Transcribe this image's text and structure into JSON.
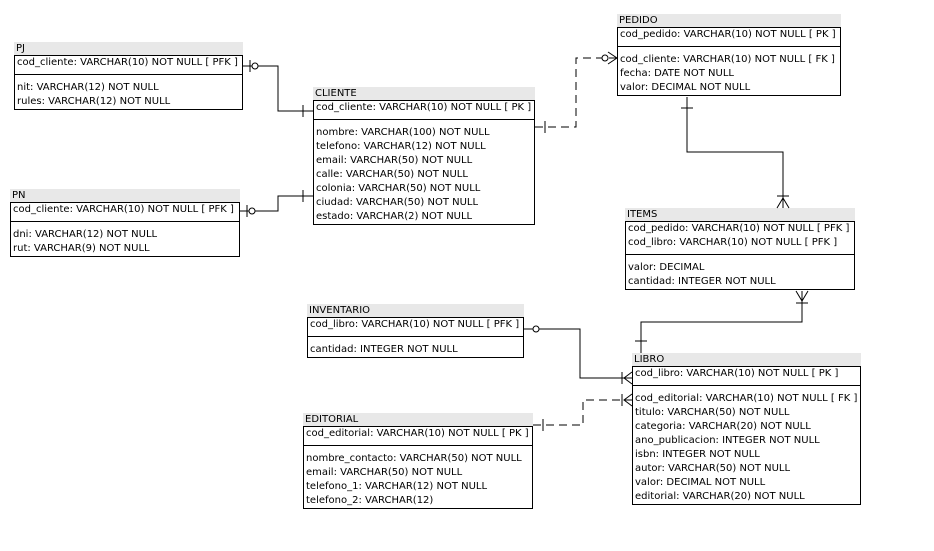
{
  "entities": {
    "pj": {
      "name": "PJ",
      "keys": [
        "cod_cliente: VARCHAR(10)   NOT NULL  [ PFK ]"
      ],
      "attrs": [
        "nit: VARCHAR(12)   NOT NULL",
        "rules: VARCHAR(12)   NOT NULL"
      ]
    },
    "pn": {
      "name": "PN",
      "keys": [
        "cod_cliente: VARCHAR(10)   NOT NULL  [ PFK ]"
      ],
      "attrs": [
        "dni: VARCHAR(12)   NOT NULL",
        "rut: VARCHAR(9)   NOT NULL"
      ]
    },
    "cliente": {
      "name": "CLIENTE",
      "keys": [
        "cod_cliente: VARCHAR(10)   NOT NULL  [ PK ]"
      ],
      "attrs": [
        "nombre: VARCHAR(100)   NOT NULL",
        "telefono: VARCHAR(12)   NOT NULL",
        "email: VARCHAR(50)   NOT NULL",
        "calle: VARCHAR(50)   NOT NULL",
        "colonia: VARCHAR(50)   NOT NULL",
        "ciudad: VARCHAR(50)   NOT NULL",
        "estado: VARCHAR(2)   NOT NULL"
      ]
    },
    "pedido": {
      "name": "PEDIDO",
      "keys": [
        "cod_pedido: VARCHAR(10)   NOT NULL  [ PK ]"
      ],
      "attrs": [
        "cod_cliente: VARCHAR(10)   NOT NULL  [ FK ]",
        "fecha: DATE   NOT NULL",
        "valor: DECIMAL   NOT NULL"
      ]
    },
    "items": {
      "name": "ITEMS",
      "keys": [
        "cod_pedido: VARCHAR(10)   NOT NULL  [ PFK ]",
        "cod_libro: VARCHAR(10)   NOT NULL  [ PFK ]"
      ],
      "attrs": [
        "valor: DECIMAL",
        "cantidad: INTEGER   NOT NULL"
      ]
    },
    "inventario": {
      "name": "INVENTARIO",
      "keys": [
        "cod_libro: VARCHAR(10)   NOT NULL  [ PFK ]"
      ],
      "attrs": [
        "cantidad: INTEGER   NOT NULL"
      ]
    },
    "editorial": {
      "name": "EDITORIAL",
      "keys": [
        "cod_editorial: VARCHAR(10)   NOT NULL  [ PK ]"
      ],
      "attrs": [
        "nombre_contacto: VARCHAR(50)   NOT NULL",
        "email: VARCHAR(50)   NOT NULL",
        "telefono_1: VARCHAR(12)   NOT NULL",
        "telefono_2: VARCHAR(12)"
      ]
    },
    "libro": {
      "name": "LIBRO",
      "keys": [
        "cod_libro: VARCHAR(10)   NOT NULL  [ PK ]"
      ],
      "attrs": [
        "cod_editorial: VARCHAR(10)   NOT NULL  [ FK ]",
        "titulo: VARCHAR(50)   NOT NULL",
        "categoria: VARCHAR(20)   NOT NULL",
        "ano_publicacion: INTEGER   NOT NULL",
        "isbn: INTEGER   NOT NULL",
        "autor: VARCHAR(50)   NOT NULL",
        "valor: DECIMAL   NOT NULL",
        "editorial: VARCHAR(20)   NOT NULL"
      ]
    }
  },
  "relationships": [
    {
      "from": "CLIENTE",
      "to": "PJ",
      "style": "solid"
    },
    {
      "from": "CLIENTE",
      "to": "PN",
      "style": "solid"
    },
    {
      "from": "CLIENTE",
      "to": "PEDIDO",
      "style": "dashed"
    },
    {
      "from": "PEDIDO",
      "to": "ITEMS",
      "style": "solid"
    },
    {
      "from": "LIBRO",
      "to": "ITEMS",
      "style": "solid"
    },
    {
      "from": "LIBRO",
      "to": "INVENTARIO",
      "style": "solid"
    },
    {
      "from": "EDITORIAL",
      "to": "LIBRO",
      "style": "dashed"
    }
  ],
  "colors": {
    "header": "#e8e8e8",
    "line": "#000000"
  }
}
